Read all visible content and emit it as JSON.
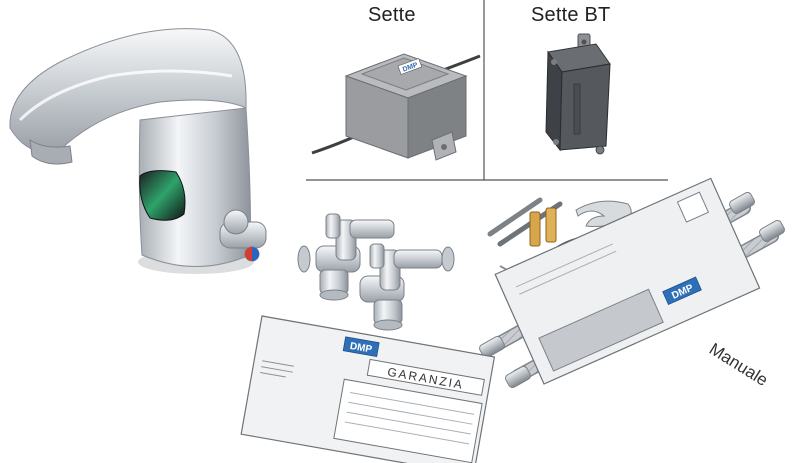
{
  "labels": {
    "sette": "Sette",
    "sette_bt": "Sette BT"
  },
  "brand": {
    "logo_text": "DMP",
    "logo_color": "#2f6fb7"
  },
  "documents": {
    "warranty_title": "GARANZIA",
    "manual_title": "Manuale"
  },
  "colors": {
    "chrome_light": "#eef0f2",
    "chrome_mid": "#c3c8cd",
    "chrome_dark": "#8b9198",
    "box_grey": "#9a9c9f",
    "box_dark": "#4e5156",
    "sensor_green": "#2fa36b",
    "hot_red": "#d83a2f",
    "cold_blue": "#2a63c4"
  }
}
